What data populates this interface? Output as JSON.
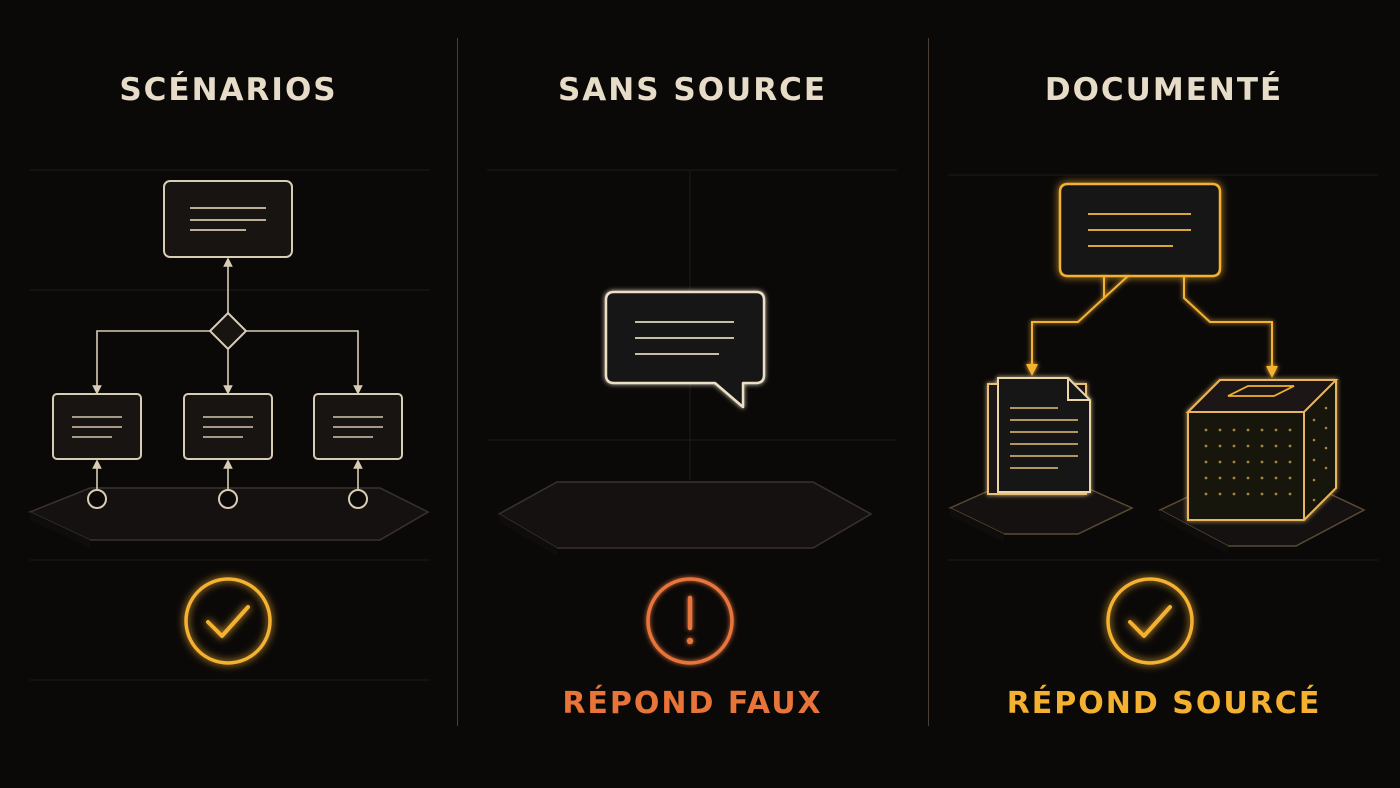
{
  "panels": [
    {
      "title": "SCÉNARIOS",
      "caption": ""
    },
    {
      "title": "SANS SOURCE",
      "caption": "RÉPOND FAUX"
    },
    {
      "title": "DOCUMENTÉ",
      "caption": "RÉPOND SOURCÉ"
    }
  ],
  "colors": {
    "background": "#0b0908",
    "line_cream": "#e6dcc8",
    "status_ok": "#f4b130",
    "status_error": "#e8743a",
    "divider": "#4a4036"
  },
  "icons": {
    "panel_1_status": "check-circle-icon",
    "panel_2_status": "exclamation-circle-icon",
    "panel_3_status": "check-circle-icon"
  }
}
